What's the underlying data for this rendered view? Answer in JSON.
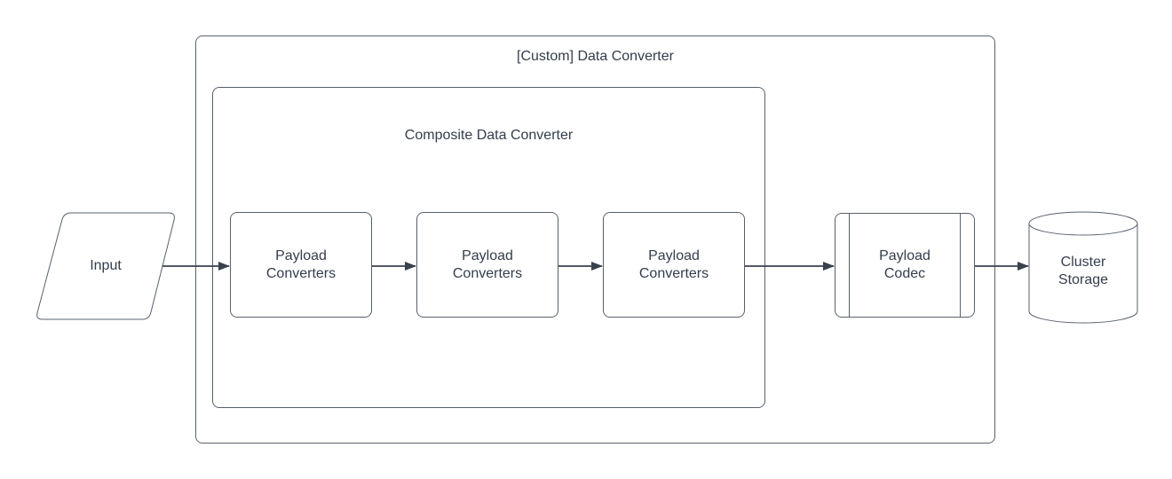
{
  "diagram_title": "[Custom] Data Converter",
  "nodes": {
    "custom_converter": {
      "label": "[Custom] Data Converter",
      "shape": "rounded-rect-container"
    },
    "composite_converter": {
      "label": "Composite Data Converter",
      "shape": "rounded-rect-container"
    },
    "input": {
      "label": "Input",
      "shape": "parallelogram"
    },
    "payload_converters_1": {
      "label": "Payload Converters",
      "shape": "rounded-rect"
    },
    "payload_converters_2": {
      "label": "Payload Converters",
      "shape": "rounded-rect"
    },
    "payload_converters_3": {
      "label": "Payload Converters",
      "shape": "rounded-rect"
    },
    "payload_codec": {
      "label": "Payload Codec",
      "shape": "predefined-process"
    },
    "cluster_storage": {
      "label": "Cluster Storage",
      "shape": "cylinder"
    }
  },
  "edges": [
    {
      "from": "input",
      "to": "payload_converters_1"
    },
    {
      "from": "payload_converters_1",
      "to": "payload_converters_2"
    },
    {
      "from": "payload_converters_2",
      "to": "payload_converters_3"
    },
    {
      "from": "payload_converters_3",
      "to": "payload_codec"
    },
    {
      "from": "payload_codec",
      "to": "cluster_storage"
    }
  ],
  "colors": {
    "background": "#FFFFFF",
    "shape_stroke": "#59606C",
    "connector": "#39404E",
    "text": "#333D4C"
  }
}
